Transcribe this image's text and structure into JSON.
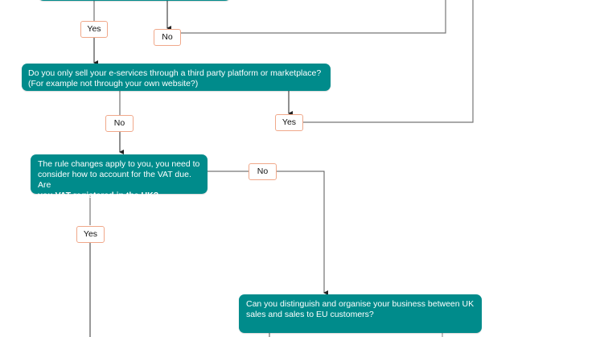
{
  "colors": {
    "node_fill": "#008b8b",
    "node_text": "#ffffff",
    "label_border": "#f0a88a",
    "connector": "#555555"
  },
  "nodes": {
    "top_partial": {
      "text": ""
    },
    "third_party_question": {
      "text": "Do you only sell your e-services through a third party platform or marketplace? (For example not through your own website?)"
    },
    "rule_changes": {
      "line1": "The rule changes apply to you, you need to",
      "line2": "consider how to account for the VAT due.  Are",
      "line3": "you VAT registered in the UK?"
    },
    "distinguish_question": {
      "text": "Can you distinguish and organise your business between UK sales and sales to EU customers?"
    }
  },
  "labels": {
    "top_yes": "Yes",
    "top_no": "No",
    "third_party_no": "No",
    "third_party_yes": "Yes",
    "rule_no": "No",
    "rule_yes": "Yes"
  }
}
